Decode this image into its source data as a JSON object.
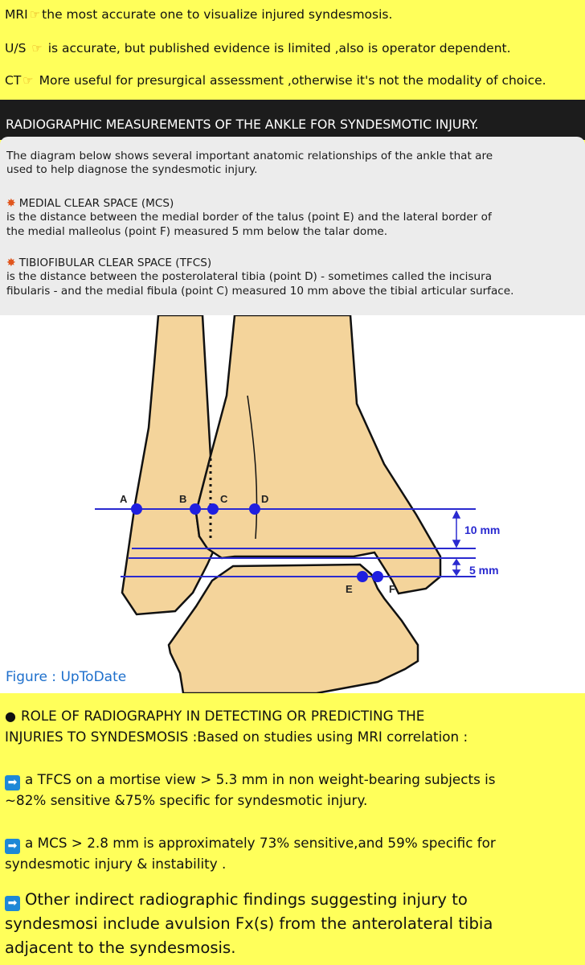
{
  "top_lines": [
    {
      "lead": "MRI",
      "text": "the most accurate one to visualize injured syndesmosis."
    },
    {
      "lead": "U/S",
      "text": " is accurate, but published evidence is limited ,also is operator dependent."
    },
    {
      "lead": "CT",
      "text": " More useful for presurgical assessment ,otherwise it's not the modality of choice."
    }
  ],
  "header": "RADIOGRAPHIC MEASUREMENTS OF THE ANKLE FOR SYNDESMOTIC INJURY.",
  "card": {
    "intro_1": "The diagram below shows several important anatomic relationships of the ankle that are",
    "intro_2": "used to help diagnose the syndesmotic injury.",
    "mcs_title": "MEDIAL CLEAR SPACE (MCS)",
    "mcs_1": " is the distance between the medial border of the talus (point E) and the lateral border of",
    "mcs_2": "the medial malleolus (point F) measured 5 mm below the talar dome.",
    "tfcs_title": "TIBIOFIBULAR CLEAR SPACE (TFCS)",
    "tfcs_1": " is the distance between the posterolateral tibia (point D) - sometimes called the incisura",
    "tfcs_2": "fibularis - and the medial fibula (point C) measured 10 mm above the tibial articular surface."
  },
  "figure": {
    "points": [
      "A",
      "B",
      "C",
      "D",
      "E",
      "F"
    ],
    "measure_upper": "10 mm",
    "measure_lower": "5 mm",
    "caption": "Figure : UpToDate",
    "bone_color": "#f4d49b",
    "line_color": "#2a2ad0",
    "point_color": "#1f1fe0"
  },
  "bottom": {
    "role_1": "ROLE OF RADIOGRAPHY IN DETECTING OR PREDICTING THE",
    "role_2": "INJURIES TO SYNDESMOSIS :Based on studies using MRI correlation :",
    "tfcs_1": "a TFCS on a mortise view > 5.3 mm in non weight-bearing subjects is",
    "tfcs_2": "~82% sensitive &75% specific for syndesmotic injury.",
    "mcs_1": "a MCS > 2.8 mm is approximately 73% sensitive,and 59% specific for",
    "mcs_2": "syndesmotic injury & instability .",
    "other_1": "Other indirect radiographic findings suggesting injury to",
    "other_2": "syndesmosi include avulsion Fx(s) from the anterolateral tibia",
    "other_3": "adjacent to the syndesmosis."
  }
}
